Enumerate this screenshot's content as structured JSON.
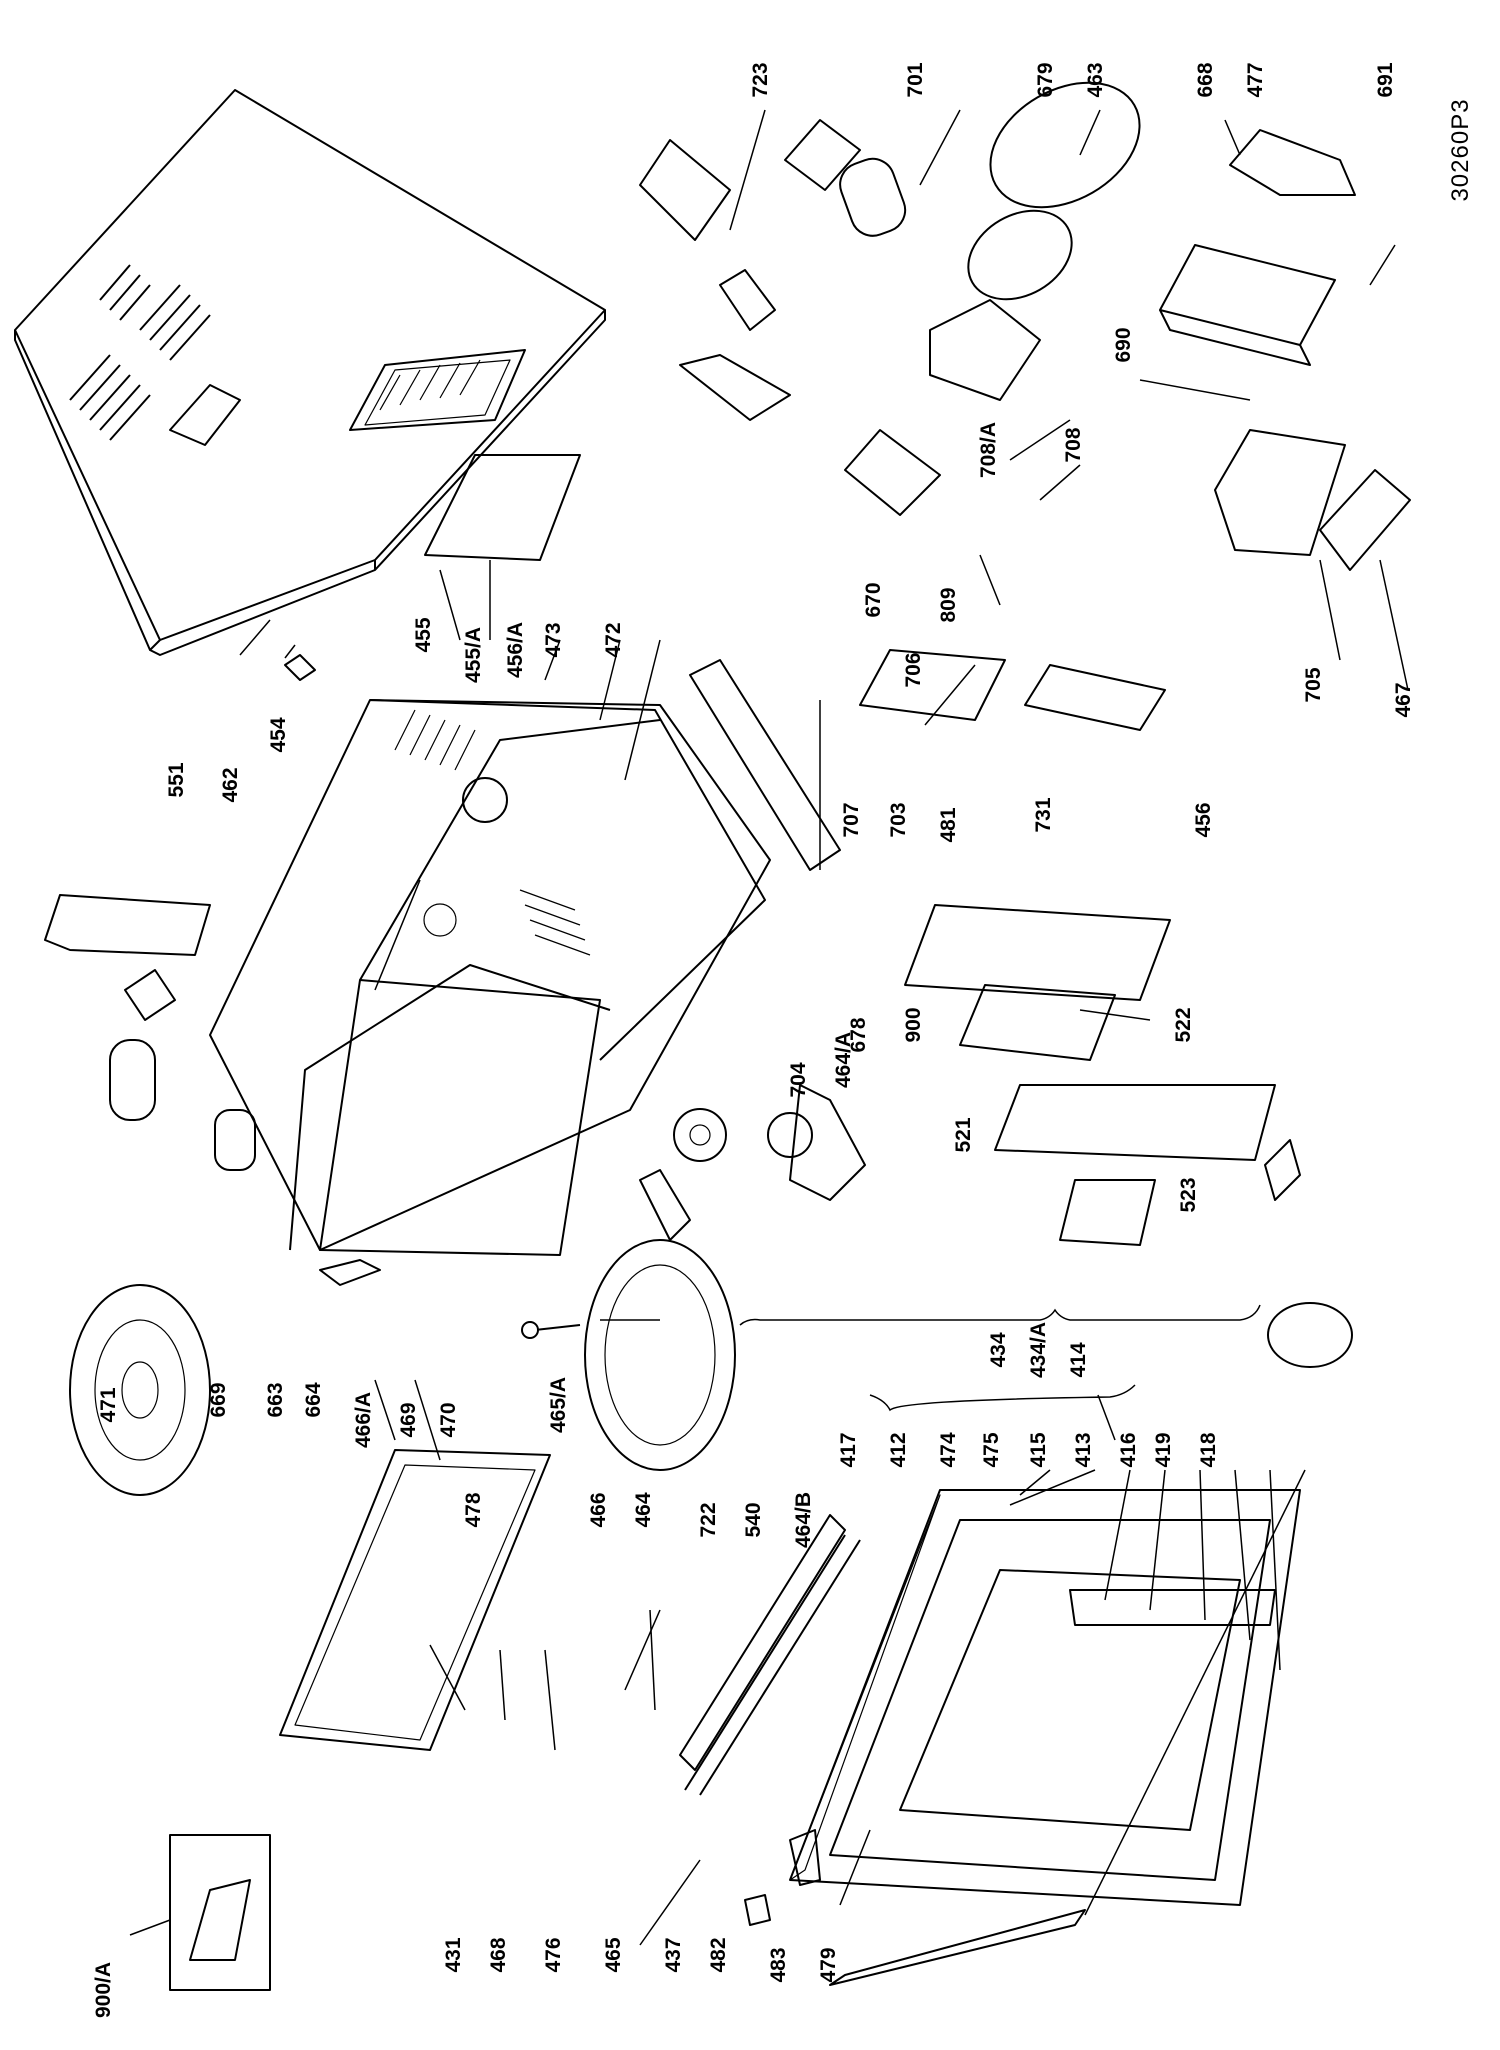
{
  "sheet": {
    "code": "30260P3"
  },
  "part_labels": [
    "723",
    "701",
    "679",
    "463",
    "668",
    "477",
    "691",
    "455",
    "455/A",
    "456/A",
    "473",
    "472",
    "708/A",
    "708",
    "670",
    "809",
    "690",
    "706",
    "705",
    "467",
    "551",
    "462",
    "454",
    "707",
    "703",
    "481",
    "731",
    "456",
    "522",
    "704",
    "464/A",
    "678",
    "900",
    "521",
    "523",
    "471",
    "669",
    "663",
    "664",
    "466/A",
    "469",
    "470",
    "465/A",
    "478",
    "466",
    "464",
    "722",
    "540",
    "464/B",
    "434",
    "434/A",
    "414",
    "417",
    "412",
    "474",
    "475",
    "415",
    "413",
    "416",
    "419",
    "418",
    "900/A",
    "431",
    "468",
    "476",
    "465",
    "437",
    "482",
    "483",
    "479"
  ]
}
